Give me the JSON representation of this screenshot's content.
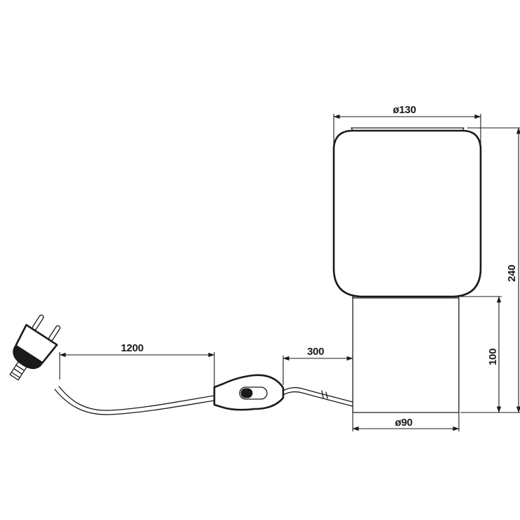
{
  "dimensions": {
    "shade_diameter": "ø130",
    "total_height": "240",
    "base_height": "100",
    "base_diameter": "ø90",
    "cable_to_switch": "300",
    "cable_to_plug": "1200"
  },
  "colors": {
    "line": "#1a1a1a",
    "background": "#ffffff"
  }
}
